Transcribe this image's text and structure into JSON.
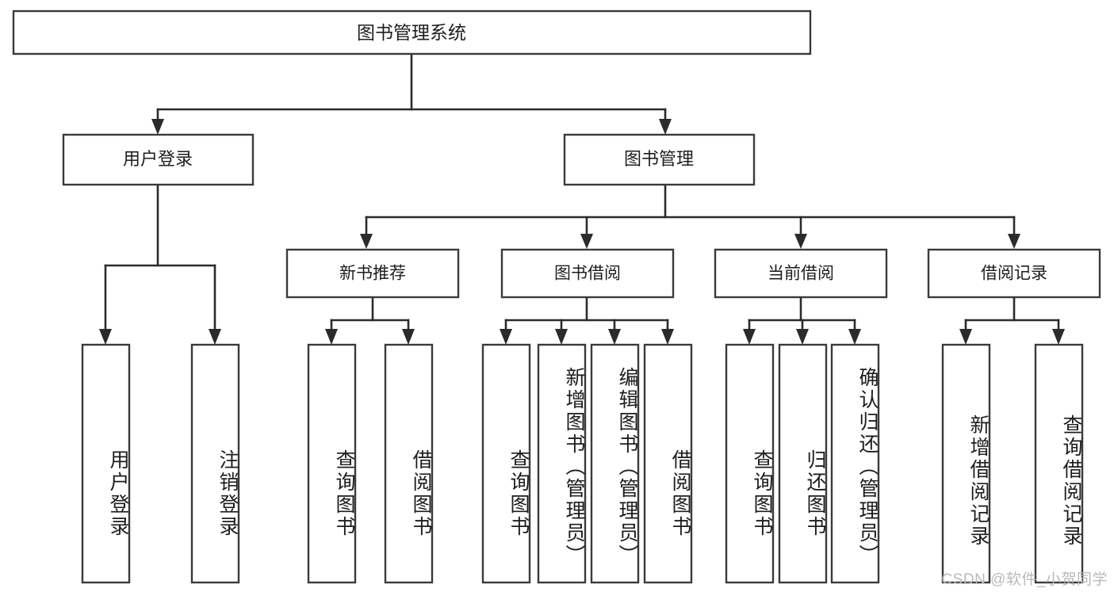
{
  "diagram": {
    "type": "tree-hierarchy-flowchart",
    "title": "图书管理系统",
    "watermark": "CSDN @软件_小贺同学",
    "colors": {
      "background": "#ffffff",
      "box_stroke": "#3a3a3a",
      "connector": "#2b2b2b",
      "text": "#1d1d1d",
      "watermark": "#b9b9b9"
    },
    "root": {
      "label": "图书管理系统"
    },
    "level2": [
      {
        "id": "user-login",
        "label": "用户登录"
      },
      {
        "id": "book-manage",
        "label": "图书管理"
      }
    ],
    "level3": [
      {
        "id": "new-book-recommend",
        "label": "新书推荐",
        "parent": "book-manage"
      },
      {
        "id": "book-borrow",
        "label": "图书借阅",
        "parent": "book-manage"
      },
      {
        "id": "current-borrow",
        "label": "当前借阅",
        "parent": "book-manage"
      },
      {
        "id": "borrow-record",
        "label": "借阅记录",
        "parent": "book-manage"
      }
    ],
    "leaves": [
      {
        "id": "leaf-user-login",
        "label": "用户登录",
        "parent": "user-login"
      },
      {
        "id": "leaf-user-logout",
        "label": "注销登录",
        "parent": "user-login"
      },
      {
        "id": "leaf-query-book-1",
        "label": "查询图书",
        "parent": "new-book-recommend"
      },
      {
        "id": "leaf-borrow-book-1",
        "label": "借阅图书",
        "parent": "new-book-recommend"
      },
      {
        "id": "leaf-query-book-2",
        "label": "查询图书",
        "parent": "book-borrow"
      },
      {
        "id": "leaf-add-book",
        "label": "新增图书（管理员）",
        "parent": "book-borrow"
      },
      {
        "id": "leaf-edit-book",
        "label": "编辑图书（管理员）",
        "parent": "book-borrow"
      },
      {
        "id": "leaf-borrow-book-2",
        "label": "借阅图书",
        "parent": "book-borrow"
      },
      {
        "id": "leaf-query-book-3",
        "label": "查询图书",
        "parent": "current-borrow"
      },
      {
        "id": "leaf-return-book",
        "label": "归还图书",
        "parent": "current-borrow"
      },
      {
        "id": "leaf-confirm-return",
        "label": "确认归还（管理员）",
        "parent": "current-borrow"
      },
      {
        "id": "leaf-add-record",
        "label": "新增借阅记录",
        "parent": "borrow-record"
      },
      {
        "id": "leaf-query-record",
        "label": "查询借阅记录",
        "parent": "borrow-record"
      }
    ]
  }
}
